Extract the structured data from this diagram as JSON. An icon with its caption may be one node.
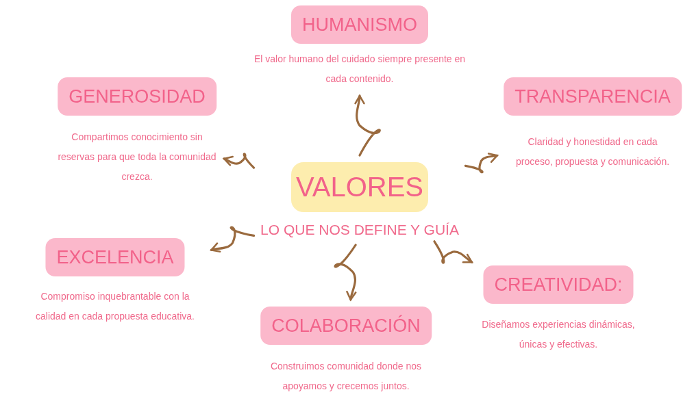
{
  "diagram": {
    "nodes": [
      {
        "text": [
          "VALORES"
        ],
        "beside": [
          "LO QUE NOS DEFINE Y GUÍA"
        ]
      },
      {
        "text": [
          "HUMANISMO"
        ],
        "beside": [
          "El valor humano del cuidado siempre presente en cada contenido."
        ]
      },
      {
        "text": [
          "GENEROSIDAD"
        ],
        "beside": [
          "Compartimos conocimiento sin reservas para que toda la comunidad crezca."
        ]
      },
      {
        "text": [
          "TRANSPARENCIA"
        ],
        "beside": [
          "Claridad y honestidad en cada proceso, propuesta y comunicación."
        ]
      },
      {
        "text": [
          "EXCELENCIA"
        ],
        "beside": [
          "Compromiso inquebrantable con la calidad en cada propuesta educativa."
        ]
      },
      {
        "text": [
          "COLABORACIÓN"
        ],
        "beside": [
          "Construimos comunidad donde nos apoyamos y crecemos juntos."
        ]
      },
      {
        "text": [
          "CREATIVIDAD:"
        ],
        "beside": [
          "Diseñamos experiencias dinámicas, únicas y efectivas."
        ]
      }
    ],
    "edges": [
      {
        "from": 0,
        "to": 1,
        "arrow": "to"
      },
      {
        "from": 0,
        "to": 2,
        "arrow": "to"
      },
      {
        "from": 0,
        "to": 3,
        "arrow": "to"
      },
      {
        "from": 0,
        "to": 4,
        "arrow": "to"
      },
      {
        "from": 0,
        "to": 5,
        "arrow": "to"
      },
      {
        "from": 0,
        "to": 6,
        "arrow": "to"
      }
    ]
  }
}
